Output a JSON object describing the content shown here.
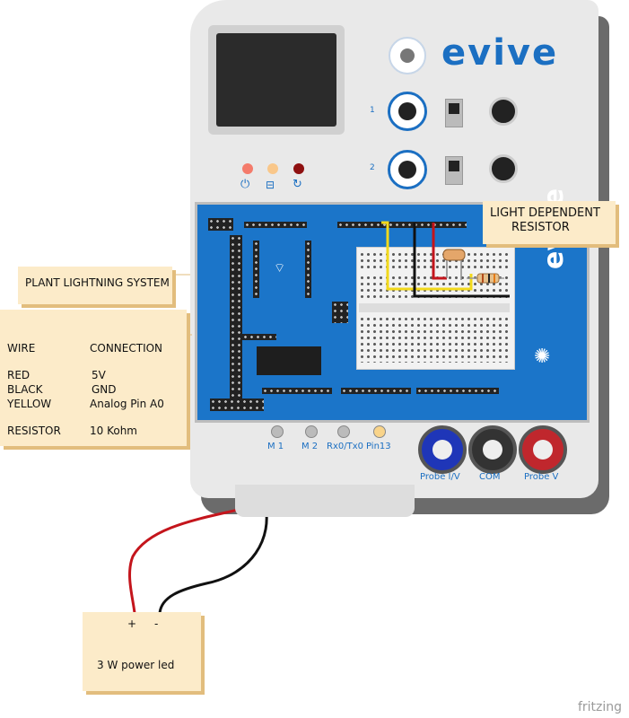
{
  "brand": {
    "name": "evive",
    "color": "#1b6fc2"
  },
  "knobs": [
    {
      "label": "1"
    },
    {
      "label": "2"
    }
  ],
  "status_leds": [
    {
      "label": "M 1"
    },
    {
      "label": "M 2"
    },
    {
      "label": "Rx0/Tx0"
    },
    {
      "label": "Pin13"
    }
  ],
  "probes": [
    {
      "label": "Probe I/V",
      "color": "#1f36b8"
    },
    {
      "label": "COM",
      "color": "#333333"
    },
    {
      "label": "Probe V",
      "color": "#c0272d"
    }
  ],
  "board": {
    "logo": "evive",
    "breadboard_label": ""
  },
  "annotations": {
    "ldr": {
      "line1": "LIGHT DEPENDENT",
      "line2": "RESISTOR"
    },
    "system": {
      "title": "PLANT LIGHTNING SYSTEM"
    },
    "wiring": {
      "col1_header": "WIRE",
      "col2_header": "CONNECTION",
      "rows": [
        {
          "wire": "RED",
          "connection": "5V"
        },
        {
          "wire": "BLACK",
          "connection": "GND"
        },
        {
          "wire": "YELLOW",
          "connection": "Analog Pin A0"
        }
      ],
      "resistor_label": "RESISTOR",
      "resistor_value": "10 Kohm"
    },
    "led": {
      "plus": "+",
      "minus": "-",
      "label": "3 W power led"
    }
  },
  "wire_colors": {
    "red": "#c4151c",
    "black": "#111111",
    "yellow": "#f2d91c"
  },
  "footer": {
    "logo": "fritzing"
  }
}
